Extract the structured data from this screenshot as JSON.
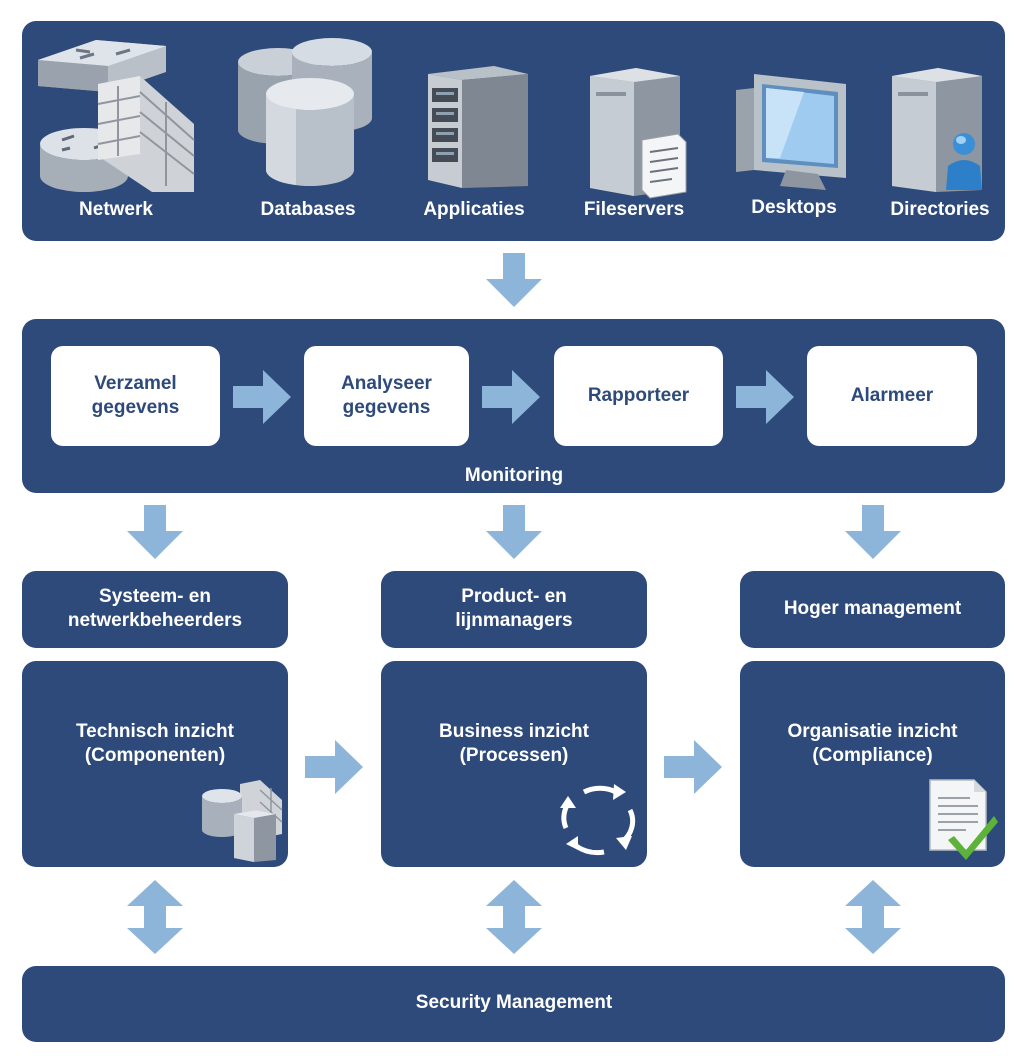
{
  "sources": {
    "items": [
      {
        "label": "Netwerk",
        "icon": "network-firewall-icon"
      },
      {
        "label": "Databases",
        "icon": "database-icon"
      },
      {
        "label": "Applicaties",
        "icon": "server-rack-icon"
      },
      {
        "label": "Fileservers",
        "icon": "fileserver-icon"
      },
      {
        "label": "Desktops",
        "icon": "desktop-icon"
      },
      {
        "label": "Directories",
        "icon": "directory-server-icon"
      }
    ]
  },
  "monitoring": {
    "title": "Monitoring",
    "steps": [
      {
        "line1": "Verzamel",
        "line2": "gegevens"
      },
      {
        "line1": "Analyseer",
        "line2": "gegevens"
      },
      {
        "line1": "Rapporteer",
        "line2": ""
      },
      {
        "line1": "Alarmeer",
        "line2": ""
      }
    ]
  },
  "audiences": [
    {
      "line1": "Systeem- en",
      "line2": "netwerkbeheerders"
    },
    {
      "line1": "Product- en",
      "line2": "lijnmanagers"
    },
    {
      "line1": "Hoger management",
      "line2": ""
    }
  ],
  "insights": [
    {
      "line1": "Technisch inzicht",
      "line2": "(Componenten)",
      "icon": "components-icon"
    },
    {
      "line1": "Business inzicht",
      "line2": "(Processen)",
      "icon": "process-cycle-icon"
    },
    {
      "line1": "Organisatie inzicht",
      "line2": "(Compliance)",
      "icon": "compliance-document-icon"
    }
  ],
  "security": {
    "title": "Security Management"
  },
  "colors": {
    "panel": "#2e4a7b",
    "arrow": "#8db4d9",
    "box": "#ffffff",
    "check": "#5db33a"
  }
}
